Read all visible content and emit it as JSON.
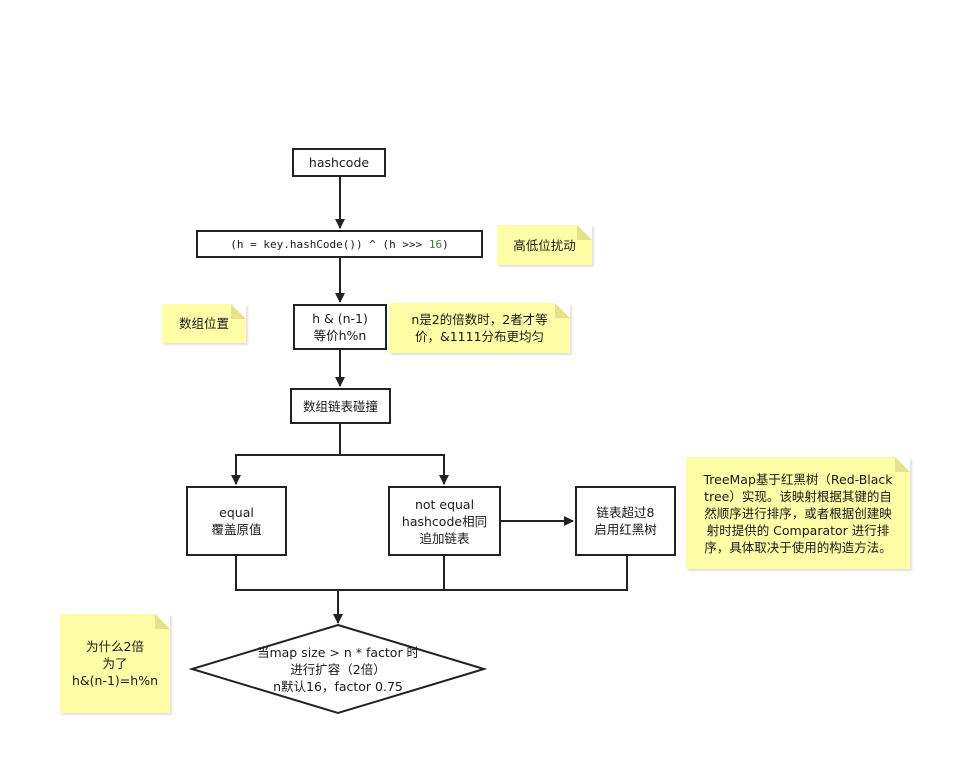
{
  "nodes": {
    "hashcode": "hashcode",
    "formula": {
      "prefix": "(h = key.hashCode()) ^ (h >>> ",
      "number": "16",
      "suffix": ")"
    },
    "index": {
      "line1": "h & (n-1)",
      "line2": "等价h%n"
    },
    "collision": "数组链表碰撞",
    "equal": {
      "line1": "equal",
      "line2": "覆盖原值"
    },
    "not_equal": {
      "line1": "not equal",
      "line2": "hashcode相同",
      "line3": "追加链表"
    },
    "treeify": {
      "line1": "链表超过8",
      "line2": "启用红黑树"
    },
    "resize": {
      "line1": "当map size > n * factor 时",
      "line2": "进行扩容（2倍）",
      "line3": "n默认16，factor 0.75"
    }
  },
  "notes": {
    "perturb": "高低位扰动",
    "array_position": "数组位置",
    "power_of_two": {
      "line1": "n是2的倍数时，2者才等",
      "line2": "价，&1111分布更均匀"
    },
    "treemap": {
      "line1": "TreeMap基于红黑树（Red-Black",
      "line2": "tree）实现。该映射根据其键的自",
      "line3": "然顺序进行排序，或者根据创建映",
      "line4": "射时提供的 Comparator 进行排",
      "line5": "序，具体取决于使用的构造方法。"
    },
    "why_double": {
      "line1": "为什么2倍",
      "line2": "为了",
      "line3": "h&(n-1)=h%n"
    }
  },
  "colors": {
    "note_bg": "#fffda6",
    "stroke": "#222222",
    "number_green": "#2e8b2e"
  }
}
